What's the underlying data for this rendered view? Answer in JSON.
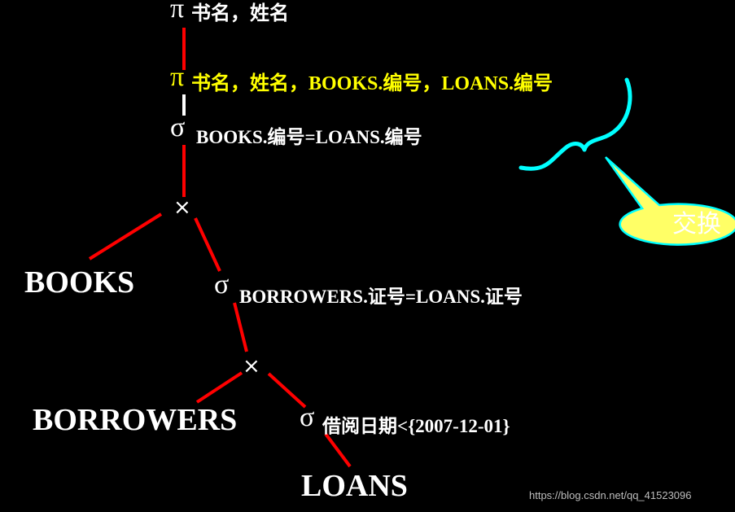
{
  "colors": {
    "background": "#000000",
    "edge": "#ff0000",
    "edge_top_segment": "#ffffff",
    "text": "#ffffff",
    "highlight_text": "#ffff00",
    "brace": "#00ffff",
    "callout_fill": "#ffff66"
  },
  "nodes": {
    "proj_top": {
      "symbol": "π",
      "attrs": "书名，姓名"
    },
    "proj_mid": {
      "symbol": "π",
      "attrs": "书名，姓名，BOOKS.编号，LOANS.编号"
    },
    "select_books_loans": {
      "symbol": "σ",
      "cond": "BOOKS.编号=LOANS.编号"
    },
    "join_top": {
      "symbol": "×"
    },
    "select_borrowers_loans": {
      "symbol": "σ",
      "cond": "BORROWERS.证号=LOANS.证号"
    },
    "join_bottom": {
      "symbol": "×"
    },
    "select_date": {
      "symbol": "σ",
      "cond": "借阅日期<{2007-12-01}"
    }
  },
  "relations": {
    "books": "BOOKS",
    "borrowers": "BORROWERS",
    "loans": "LOANS"
  },
  "callout": {
    "label": "交换"
  },
  "watermark": "https://blog.csdn.net/qq_41523096"
}
